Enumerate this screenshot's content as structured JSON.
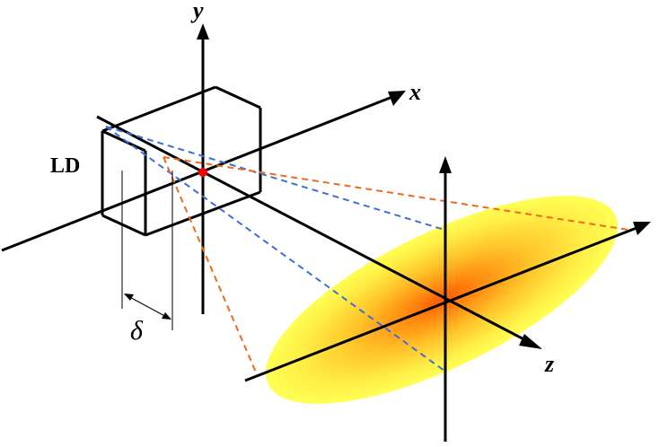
{
  "labels": {
    "y_axis": "y",
    "x_axis": "x",
    "z_axis": "z",
    "laser_diode": "LD",
    "offset": "δ"
  },
  "colors": {
    "axes": "#000000",
    "box": "#000000",
    "blue_rays": "#3a6fd8",
    "orange_rays": "#ee6a1c",
    "emission_point": "#ff0000",
    "spot_center": "#ff5a00",
    "spot_mid": "#ffb21e",
    "spot_edge": "#ffff55"
  }
}
